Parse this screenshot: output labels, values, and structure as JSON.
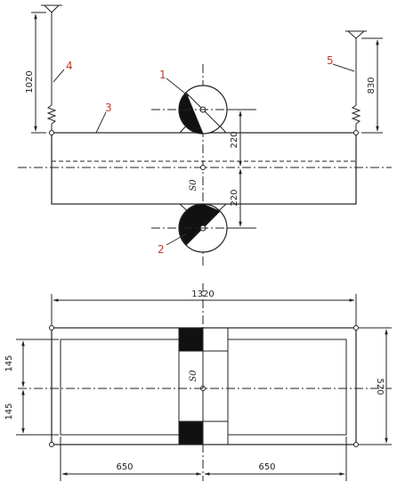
{
  "callouts": [
    "1",
    "2",
    "3",
    "4",
    "5"
  ],
  "dimensions": {
    "left_spring": "1020",
    "right_spring": "830",
    "upper_offset": "220",
    "lower_offset": "220",
    "overall_length": "1320",
    "left_upper": "145",
    "left_lower": "145",
    "width": "520",
    "half_left": "650",
    "half_right": "650"
  },
  "symbols": {
    "center_top": "S0",
    "center_bottom": "S0"
  },
  "colors": {
    "lines": "#222222",
    "callouts": "#c0392b"
  }
}
